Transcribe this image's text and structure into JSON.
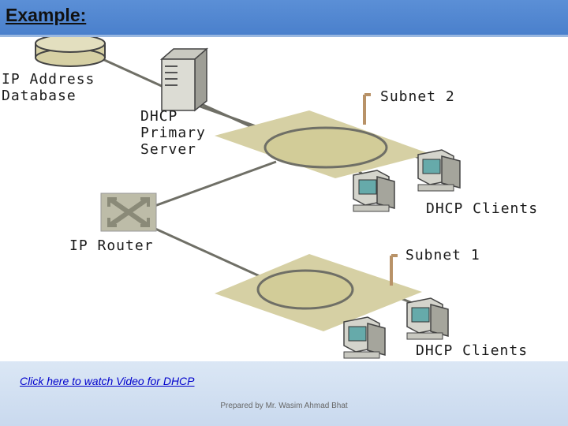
{
  "slide": {
    "title": "Example:"
  },
  "diagram": {
    "labels": {
      "database": [
        "IP Address",
        "Database"
      ],
      "server": [
        "DHCP",
        "Primary",
        "Server"
      ],
      "router": "IP Router",
      "subnet2": "Subnet 2",
      "subnet1": "Subnet 1",
      "clients_top": "DHCP Clients",
      "clients_bottom": "DHCP Clients"
    }
  },
  "footer": {
    "link_text": "Click here to watch Video for DHCP",
    "credit": "Prepared by Mr. Wasim Ahmad Bhat"
  },
  "colors": {
    "header_bar": "#4a80cc",
    "subnet_plane": "#d6d0a4",
    "footer_bg": "#d5e3f3",
    "link": "#0000cc"
  }
}
